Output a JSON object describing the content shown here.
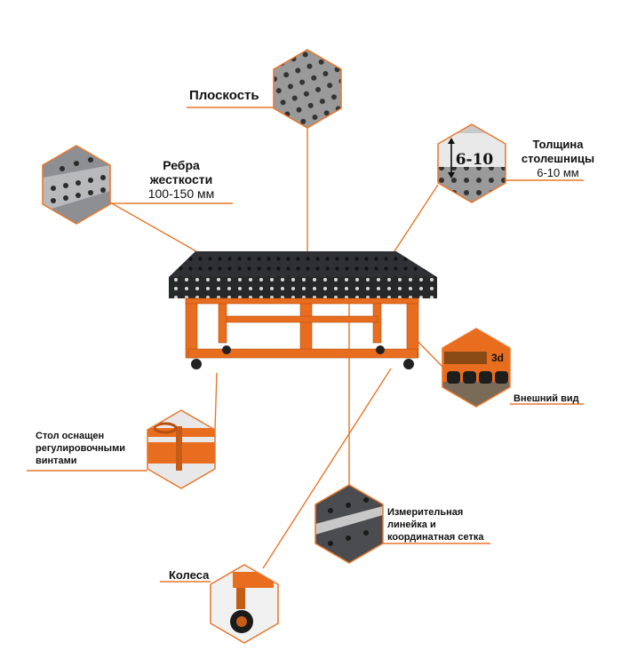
{
  "accent_color": "#e8762b",
  "tabletop_color": "#2f3033",
  "frame_color": "#e86d1f",
  "callouts": {
    "flatness": {
      "label": "Плоскость"
    },
    "ribs": {
      "title": "Ребра жесткости",
      "title_line1": "Ребра",
      "title_line2": "жесткости",
      "size": "100-150 мм"
    },
    "thickness": {
      "title_line1": "Толщина",
      "title_line2": "столешницы",
      "size": "6-10 мм",
      "overlay_text": "6-10"
    },
    "appearance": {
      "label": "Внешний вид",
      "brand_text": "3d"
    },
    "screws": {
      "line1": "Стол оснащен",
      "line2": "регулировочными",
      "line3": "винтами"
    },
    "ruler": {
      "line1": "Измерительная",
      "line2": "линейка и",
      "line3": "координатная сетка"
    },
    "wheels": {
      "label": "Колеса"
    }
  }
}
